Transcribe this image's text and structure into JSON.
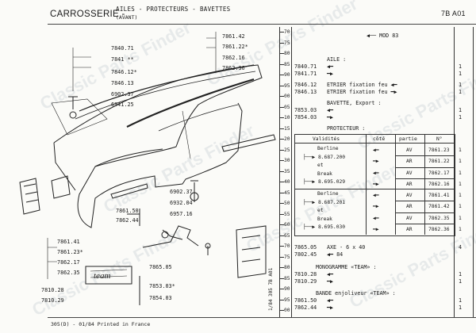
{
  "header": {
    "section": "CARROSSERIE -",
    "subtitle": "AILES - PROTECTEURS - BAVETTES",
    "subtitle2": "(AVANT)",
    "ref": "7B A01"
  },
  "diagram": {
    "left_labels": [
      "7840.71",
      "7841 **",
      "7846.12*",
      "7846.13",
      "6902.37",
      "6941.25",
      "7861.41",
      "7861.23*",
      "7862.17",
      "7862.35",
      "7810.28",
      "7810.29"
    ],
    "top_right_labels": [
      "7861.42",
      "7861.22*",
      "7862.16",
      "7862.36"
    ],
    "center_labels": [
      "6902.37",
      "6932.04",
      "6957.16",
      "7861.50",
      "7862.44",
      "7865.05",
      "7853.03*",
      "7854.03"
    ],
    "emblem_text": "team",
    "vertical_ref": "1/84 305 7B A01"
  },
  "parts_list": {
    "mod": "MOD 83",
    "aile_title": "AILE :",
    "aile_items": [
      {
        "code": "7840.71",
        "desc": "",
        "qty": "1"
      },
      {
        "code": "7841.71",
        "desc": "",
        "qty": "1"
      }
    ],
    "etrier_items": [
      {
        "code": "7846.12",
        "desc": "ETRIER fixation feu",
        "qty": "1"
      },
      {
        "code": "7846.13",
        "desc": "ETRIER fixation feu",
        "qty": "1"
      }
    ],
    "bavette_title": "BAVETTE, Export :",
    "bavette_items": [
      {
        "code": "7853.03",
        "desc": "",
        "qty": "1"
      },
      {
        "code": "7854.03",
        "desc": "",
        "qty": "1"
      }
    ],
    "protecteur_title": "PROTECTEUR :",
    "table_headers": [
      "Validités",
      "côté",
      "partie",
      "N°"
    ],
    "table_groups": [
      {
        "lines": [
          "Berline",
          "8.687.200",
          "et",
          "Break",
          "8.695.029"
        ],
        "rows": [
          {
            "partie": "AV",
            "num": "7861.23",
            "qty": "1"
          },
          {
            "partie": "AR",
            "num": "7861.22",
            "qty": "1"
          },
          {
            "partie": "AV",
            "num": "7862.17",
            "qty": "1"
          },
          {
            "partie": "AR",
            "num": "7862.16",
            "qty": "1"
          }
        ]
      },
      {
        "lines": [
          "Berline",
          "8.687.201",
          "et",
          "Break",
          "8.695.030"
        ],
        "rows": [
          {
            "partie": "AV",
            "num": "7861.41",
            "qty": "1"
          },
          {
            "partie": "AR",
            "num": "7861.42",
            "qty": "1"
          },
          {
            "partie": "AV",
            "num": "7862.35",
            "qty": "1"
          },
          {
            "partie": "AR",
            "num": "7862.36",
            "qty": "1"
          }
        ]
      }
    ],
    "axe_items": [
      {
        "code": "7865.05",
        "desc": "AXE - 6 x 40",
        "qty": "4"
      },
      {
        "code": "7802.45",
        "desc": "84",
        "qty": ""
      }
    ],
    "monogramme_title": "MONOGRAMME «TEAM» :",
    "monogramme_items": [
      {
        "code": "7810.28",
        "qty": "1"
      },
      {
        "code": "7810.29",
        "qty": "1"
      }
    ],
    "bande_title": "BANDE enjoliveur «TEAM» :",
    "bande_items": [
      {
        "code": "7861.50",
        "qty": "1"
      },
      {
        "code": "7862.44",
        "qty": "1"
      }
    ]
  },
  "ruler_numbers": [
    "70",
    "75",
    "80",
    "85",
    "90",
    "95",
    "00",
    "05",
    "10",
    "15",
    "20",
    "25",
    "30",
    "35",
    "40",
    "45",
    "50",
    "55",
    "60",
    "65",
    "70",
    "75",
    "80",
    "85",
    "90",
    "95",
    "00"
  ],
  "watermark": "Classic Parts Finder",
  "footer": "305(D) - 01/84 Printed in France"
}
